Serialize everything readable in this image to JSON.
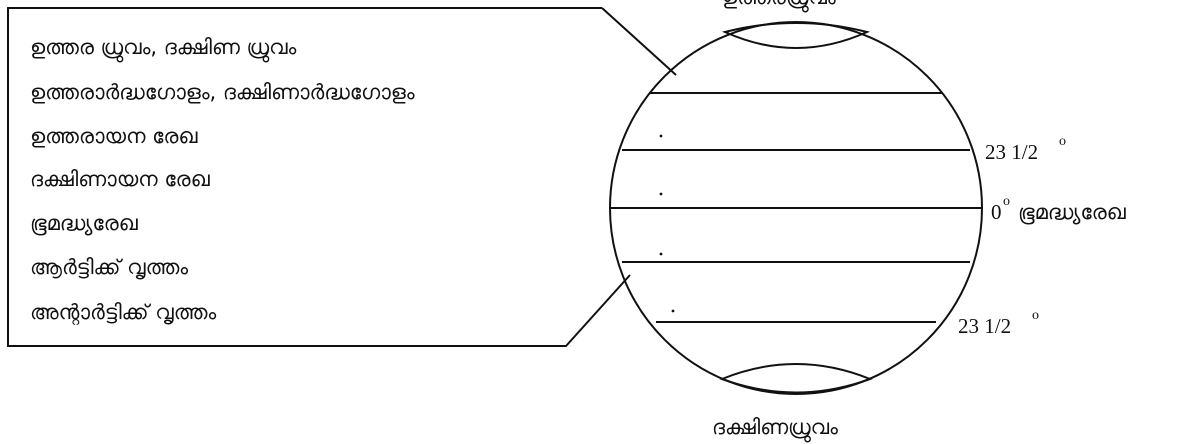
{
  "terms": [
    "ഉത്തര ധ്രുവം, ദക്ഷിണ ധ്രുവം",
    "ഉത്തരാർദ്ധഗോളം, ദക്ഷിണാർദ്ധഗോളം",
    "ഉത്തരായന രേഖ",
    "ദക്ഷിണായന രേഖ",
    "ഭൂമദ്ധ്യരേഖ",
    "ആർട്ടിക്ക് വൃത്തം",
    "അന്റാർട്ടിക്ക് വൃത്തം"
  ],
  "labels": {
    "tropic_of_cancer_value": "23  1/2",
    "tropic_of_cancer_sup": "o",
    "equator_value": "0",
    "equator_sup": "o",
    "equator_name": "ഭൂമദ്ധ്യരേഖ",
    "tropic_of_capricorn_value": "23  1/2",
    "tropic_of_capricorn_sup": "o",
    "south_pole": "ദക്ഷിണധ്രുവം",
    "north_pole_partial": "ഉത്തരധ്രുവം"
  },
  "colors": {
    "stroke": "#111111",
    "background": "#ffffff"
  }
}
